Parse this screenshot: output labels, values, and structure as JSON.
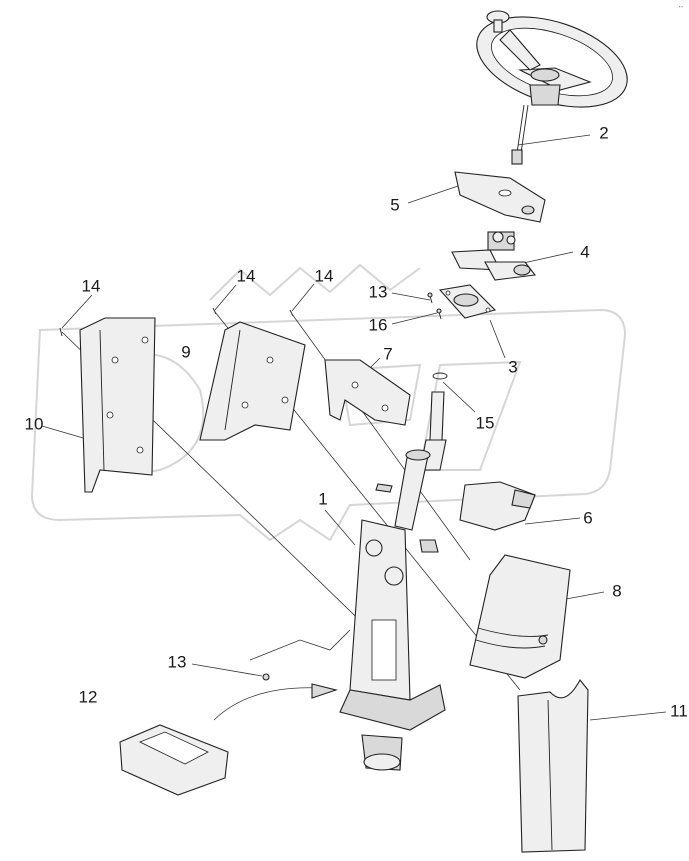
{
  "diagram": {
    "corner_mark": "ᐧᐧ",
    "callouts": [
      {
        "id": "c2",
        "label": "2"
      },
      {
        "id": "c5",
        "label": "5"
      },
      {
        "id": "c4",
        "label": "4"
      },
      {
        "id": "c14a",
        "label": "14"
      },
      {
        "id": "c14b",
        "label": "14"
      },
      {
        "id": "c14c",
        "label": "14"
      },
      {
        "id": "c13a",
        "label": "13"
      },
      {
        "id": "c16",
        "label": "16"
      },
      {
        "id": "c3",
        "label": "3"
      },
      {
        "id": "c9",
        "label": "9"
      },
      {
        "id": "c7",
        "label": "7"
      },
      {
        "id": "c10",
        "label": "10"
      },
      {
        "id": "c15",
        "label": "15"
      },
      {
        "id": "c1",
        "label": "1"
      },
      {
        "id": "c6",
        "label": "6"
      },
      {
        "id": "c8",
        "label": "8"
      },
      {
        "id": "c13b",
        "label": "13"
      },
      {
        "id": "c12",
        "label": "12"
      },
      {
        "id": "c11",
        "label": "11"
      }
    ]
  }
}
